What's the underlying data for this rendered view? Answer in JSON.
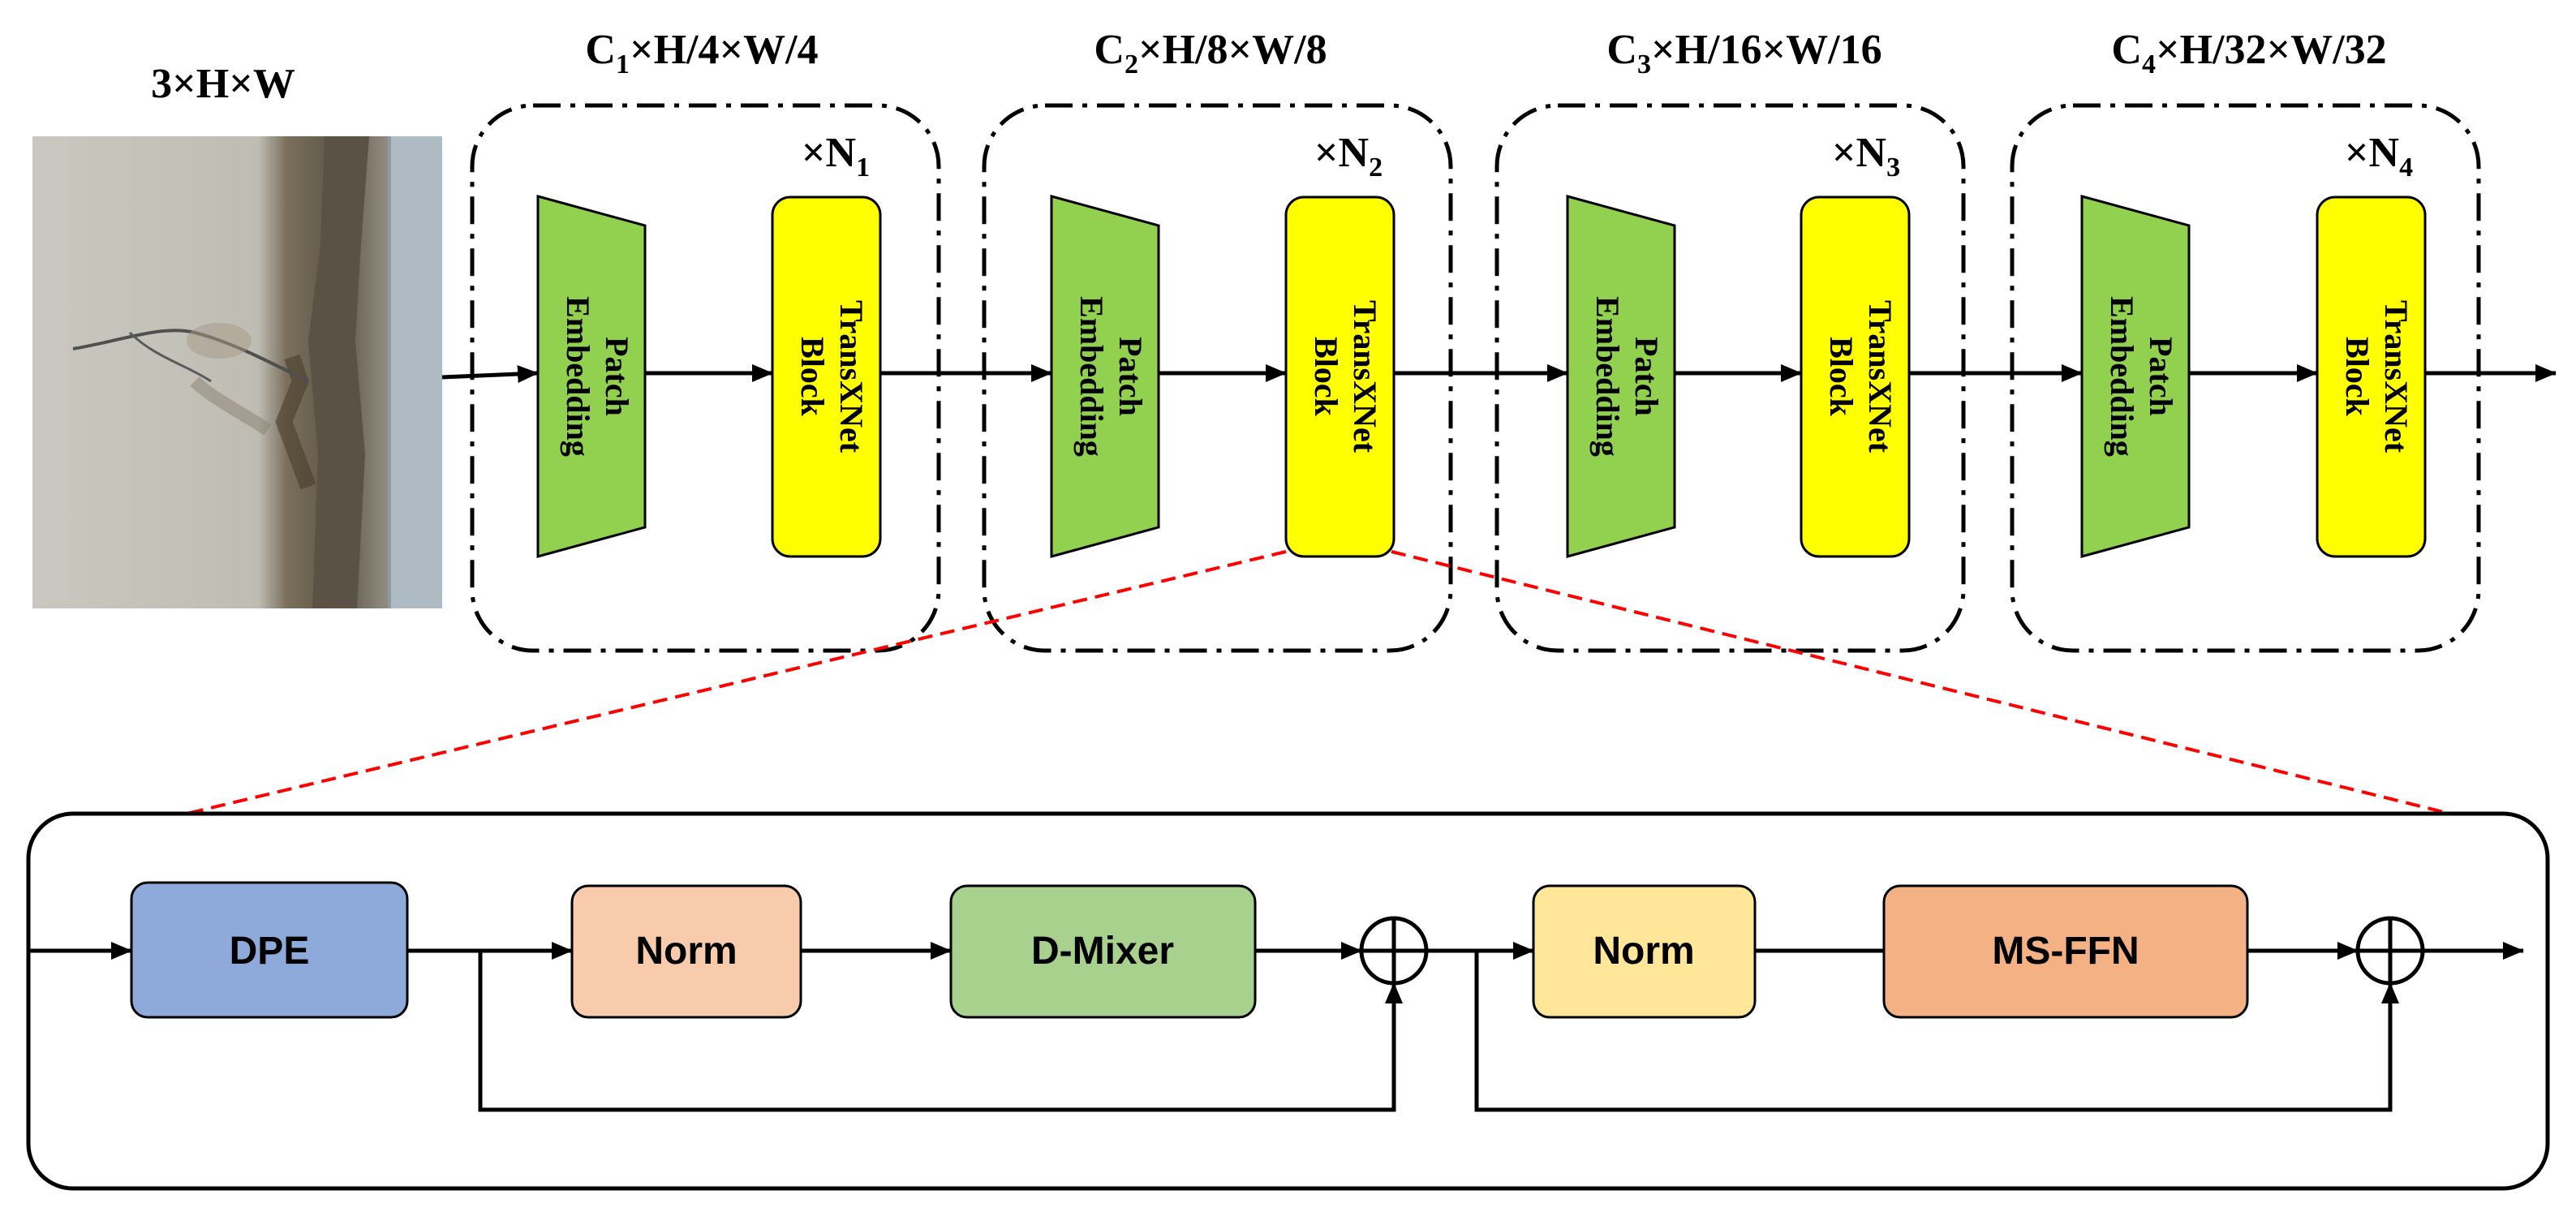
{
  "input": {
    "label": "3×H×W"
  },
  "stages": [
    {
      "label_prefix": "C",
      "label_sub": "1",
      "label_suffix": "×H/4×W/4",
      "repeat_prefix": "×N",
      "repeat_sub": "1"
    },
    {
      "label_prefix": "C",
      "label_sub": "2",
      "label_suffix": "×H/8×W/8",
      "repeat_prefix": "×N",
      "repeat_sub": "2"
    },
    {
      "label_prefix": "C",
      "label_sub": "3",
      "label_suffix": "×H/16×W/16",
      "repeat_prefix": "×N",
      "repeat_sub": "3"
    },
    {
      "label_prefix": "C",
      "label_sub": "4",
      "label_suffix": "×H/32×W/32",
      "repeat_prefix": "×N",
      "repeat_sub": "4"
    }
  ],
  "patch_embedding": {
    "line1": "Patch",
    "line2": "Embedding"
  },
  "transxnet_block": {
    "line1": "TransXNet",
    "line2": "Block"
  },
  "detail": {
    "dpe": "DPE",
    "norm1": "Norm",
    "dmixer": "D-Mixer",
    "norm2": "Norm",
    "msffn": "MS-FFN",
    "add_symbol": "+"
  },
  "colors": {
    "patch_embedding": "#92d050",
    "transxnet_block": "#ffff00",
    "dpe": "#8eaadb",
    "norm1": "#f8cbad",
    "dmixer": "#a9d18e",
    "norm2": "#ffe699",
    "msffn": "#f4b183",
    "zoom_lines": "#ff0000"
  }
}
